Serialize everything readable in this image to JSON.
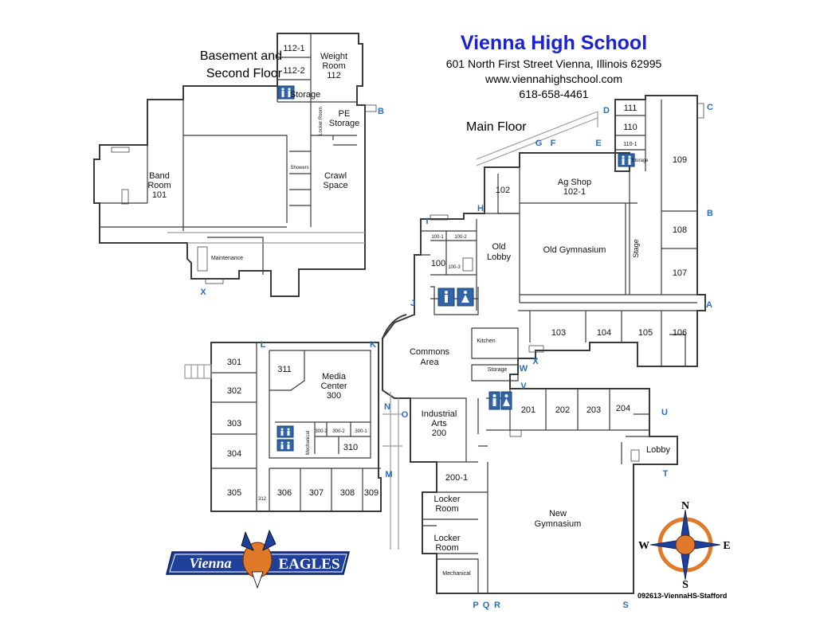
{
  "header": {
    "school_name": "Vienna High School",
    "address": "601 North First Street Vienna, Illinois 62995",
    "website": "www.viennahighschool.com",
    "phone": "618-658-4461"
  },
  "floors": {
    "basement_line1": "Basement and",
    "basement_line2": "Second Floor",
    "main": "Main Floor"
  },
  "rooms": {
    "r112_1": "112-1",
    "r112_2": "112-2",
    "weight_1": "Weight",
    "weight_2": "Room",
    "weight_3": "112",
    "storage_b": "Storage",
    "pe_1": "PE",
    "pe_2": "Storage",
    "locker_b": "Locker Room",
    "showers": "Showers",
    "crawl_1": "Crawl",
    "crawl_2": "Space",
    "band_1": "Band",
    "band_2": "Room",
    "band_3": "101",
    "maintenance": "Maintenance",
    "r111": "111",
    "r110": "110",
    "r110_1": "110-1",
    "storage_s": "Storage",
    "r109": "109",
    "r108": "108",
    "r107": "107",
    "r102": "102",
    "agshop_1": "Ag Shop",
    "agshop_2": "102-1",
    "r100_1": "100-1",
    "r100_2": "100-2",
    "r100": "100",
    "r100_3": "100-3",
    "oldlobby_1": "Old",
    "oldlobby_2": "Lobby",
    "old_gym": "Old Gymnasium",
    "stage": "Stage",
    "r103": "103",
    "r104": "104",
    "r105": "105",
    "r106": "106",
    "kitchen": "Kitchen",
    "commons_1": "Commons",
    "commons_2": "Area",
    "storage_k": "Storage",
    "r201": "201",
    "r202": "202",
    "r203": "203",
    "r204": "204",
    "lobby": "Lobby",
    "ia_1": "Industrial",
    "ia_2": "Arts",
    "ia_3": "200",
    "r200_1": "200-1",
    "locker1_1": "Locker",
    "locker1_2": "Room",
    "locker2_1": "Locker",
    "locker2_2": "Room",
    "mechanical_s": "Mechanical",
    "newgym_1": "New",
    "newgym_2": "Gymnasium",
    "r301": "301",
    "r302": "302",
    "r303": "303",
    "r304": "304",
    "r305": "305",
    "r311": "311",
    "media_1": "Media",
    "media_2": "Center",
    "media_3": "300",
    "r300_3": "300-3",
    "r300_2": "300-2",
    "r300_1": "300-1",
    "r310": "310",
    "mechanical_m": "Mechanical",
    "r312": "312",
    "r306": "306",
    "r307": "307",
    "r308": "308",
    "r309": "309"
  },
  "entrances": {
    "A": "A",
    "B1": "B",
    "B2": "B",
    "C": "C",
    "D": "D",
    "E": "E",
    "F": "F",
    "G": "G",
    "H": "H",
    "I": "I",
    "J": "J",
    "K": "K",
    "L": "L",
    "M": "M",
    "N": "N",
    "O": "O",
    "P": "P",
    "Q": "Q",
    "R": "R",
    "S": "S",
    "T": "T",
    "U": "U",
    "V": "V",
    "W": "W",
    "X1": "X",
    "X2": "X"
  },
  "logo": {
    "word1": "Vienna",
    "word2": "EAGLES"
  },
  "compass": {
    "n": "N",
    "s": "S",
    "e": "E",
    "w": "W"
  },
  "drawing_id": "092613-ViennaHS-Stafford",
  "colors": {
    "title_blue": "#1a22d6",
    "entrance_blue": "#2a6fb8",
    "restroom_blue": "#2f64a8",
    "logo_blue": "#1e3f9a",
    "compass_orange": "#e07a2a"
  }
}
